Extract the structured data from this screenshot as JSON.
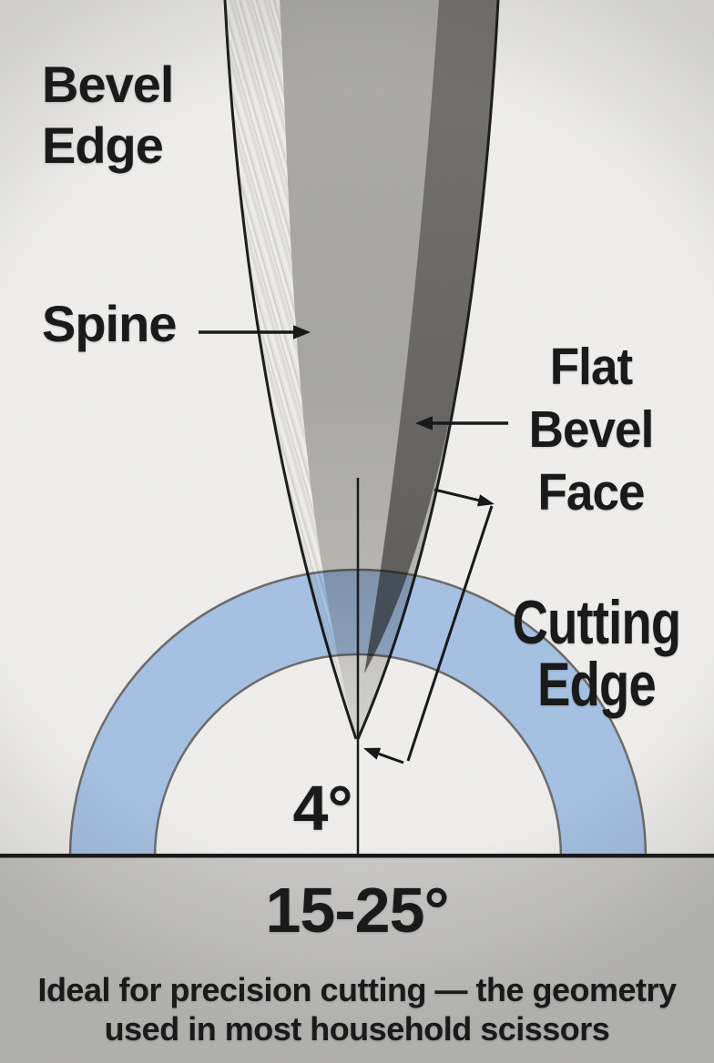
{
  "labels": {
    "bevel_edge": [
      "Bevel",
      "Edge"
    ],
    "spine": "Spine",
    "flat_bevel_face": [
      "Flat",
      "Bevel",
      "Face"
    ],
    "cutting_edge": [
      "Cutting",
      "Edge"
    ],
    "apex_angle": "4°",
    "sharpening_angle_range": "15-25°",
    "caption": [
      "Ideal for precision cutting — the geometry",
      "used in most household scissors"
    ]
  },
  "colors": {
    "background": "#f0efed",
    "blade_body": "#a7a6a4",
    "bevel_texture": "#e9e8e5",
    "flat_bevel_face": "#676563",
    "blade_outline": "#161616",
    "protractor_ring_fill": "#aecdf5",
    "protractor_ring_stroke": "#6f6f6f",
    "ground_band": "#c9c8c6",
    "ground_line": "#101010",
    "text": "#1a1a1a"
  }
}
